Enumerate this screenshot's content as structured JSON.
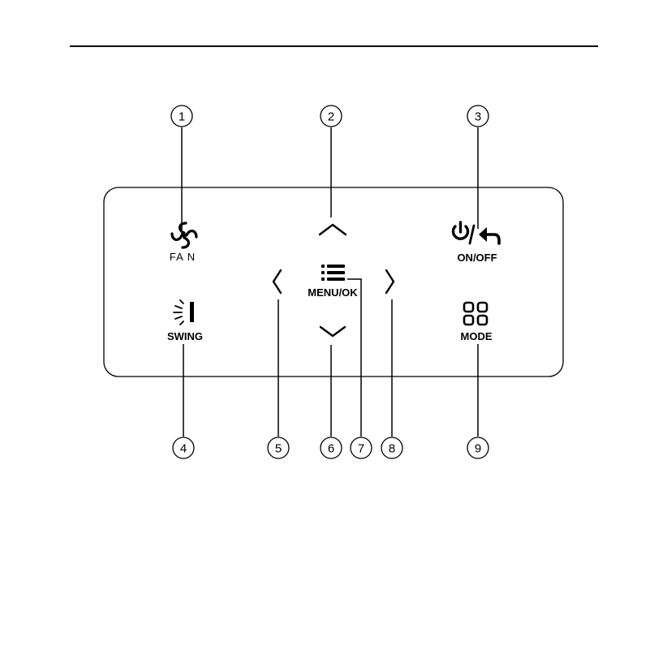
{
  "labels": {
    "fan": "FA N",
    "onoff": "ON/OFF",
    "menu": "MENU/OK",
    "swing": "SWING",
    "mode": "MODE"
  },
  "callouts": [
    "1",
    "2",
    "3",
    "4",
    "5",
    "6",
    "7",
    "8",
    "9"
  ],
  "icons": {
    "fan": "fan-icon",
    "up": "chevron-up-icon",
    "power_back": "power-back-icon",
    "left": "chevron-left-icon",
    "menu": "menu-icon",
    "right": "chevron-right-icon",
    "swing": "swing-icon",
    "down": "chevron-down-icon",
    "mode": "mode-grid-icon"
  },
  "colors": {
    "stroke": "#000000",
    "background": "#ffffff"
  }
}
